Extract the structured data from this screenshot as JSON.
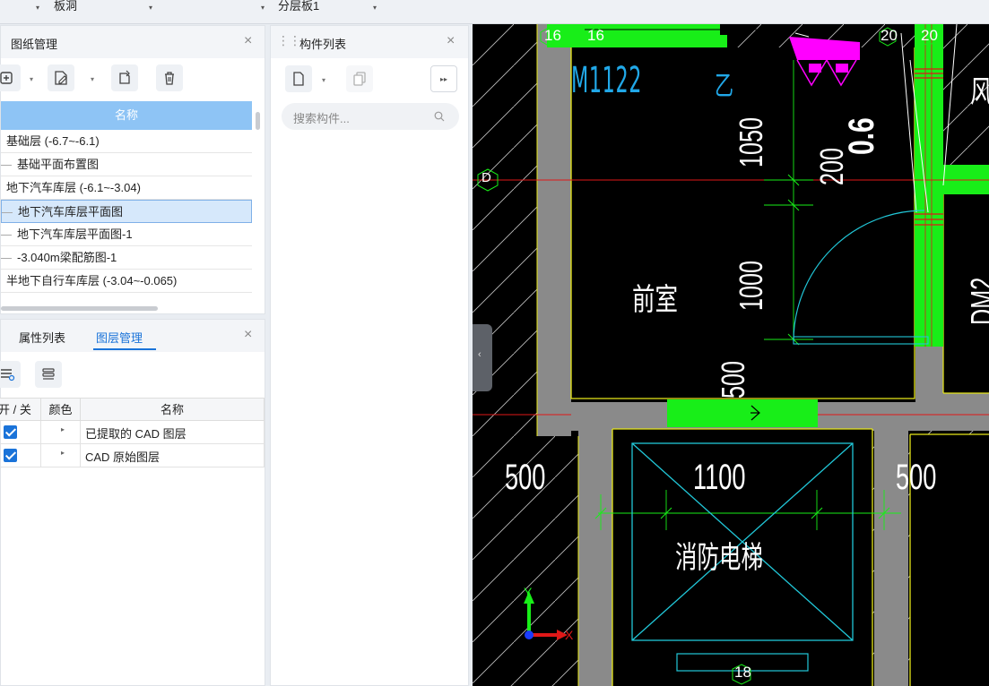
{
  "topbar": {
    "item1": "板洞",
    "item3": "分层板1"
  },
  "drawing_panel": {
    "title": "图纸管理",
    "column_header": "名称",
    "rows": [
      {
        "label": "基础层 (-6.7~-6.1)",
        "level": 0
      },
      {
        "label": "基础平面布置图",
        "level": 1
      },
      {
        "label": "地下汽车库层 (-6.1~-3.04)",
        "level": 0
      },
      {
        "label": "地下汽车库层平面图",
        "level": 1,
        "selected": true
      },
      {
        "label": "地下汽车库层平面图-1",
        "level": 1
      },
      {
        "label": "-3.040m梁配筋图-1",
        "level": 1
      },
      {
        "label": "半地下自行车库层 (-3.04~-0.065)",
        "level": 0
      }
    ]
  },
  "component_panel": {
    "title": "构件列表",
    "search_placeholder": "搜索构件..."
  },
  "layer_panel": {
    "tab_properties": "属性列表",
    "tab_layers": "图层管理",
    "col_onoff": "开 / 关",
    "col_color": "颜色",
    "col_name": "名称",
    "rows": [
      {
        "name": "已提取的 CAD 图层",
        "checked": true
      },
      {
        "name": "CAD 原始图层",
        "checked": true
      }
    ]
  },
  "cad": {
    "grid_labels": [
      "16",
      "16",
      "20",
      "20",
      "D",
      "18"
    ],
    "texts": {
      "door": "M1122",
      "mark": "乙",
      "dim_1050": "1050",
      "dim_200": "200",
      "ratio": "0.6",
      "room": "前室",
      "dim_1000": "1000",
      "dim_500_v": "500",
      "dim_500_left": "500",
      "dim_1100": "1100",
      "dim_500_right": "500",
      "elevator": "消防电梯",
      "right_room": "风",
      "dm2": "DM2",
      "axis_x": "X",
      "axis_y": "Y"
    },
    "colors": {
      "background": "#000000",
      "wall": "#8a8a8a",
      "green": "#18ee18",
      "magenta": "#ff00ff",
      "cyan": "#21c7d8",
      "yellow": "#e8e81a",
      "red": "#e01818"
    }
  }
}
